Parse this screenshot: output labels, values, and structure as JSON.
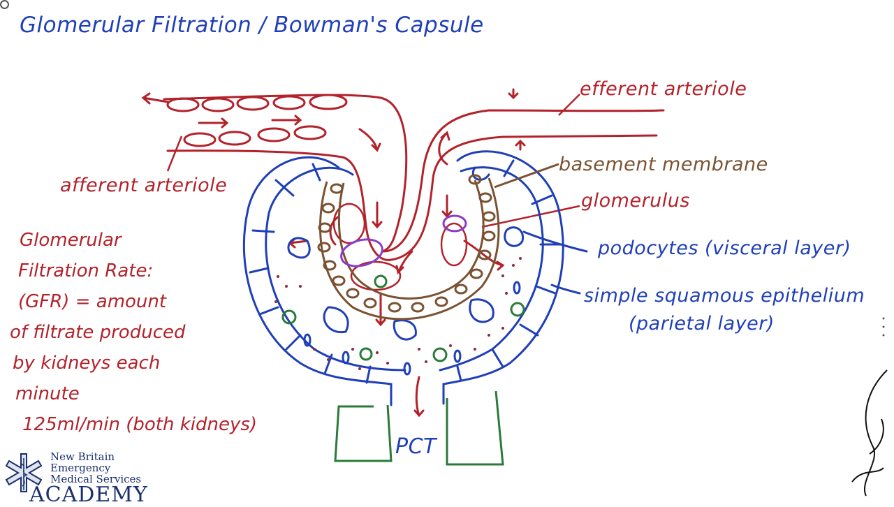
{
  "title": "Glomerular Filtration / Bowman's Capsule",
  "labels": {
    "efferent": "efferent arteriole",
    "afferent": "afferent arteriole",
    "basement": "basement membrane",
    "glomerulus": "glomerulus",
    "podocytes": "podocytes (visceral layer)",
    "squamous_1": "simple squamous epithelium",
    "squamous_2": "(parietal layer)",
    "pct": "PCT"
  },
  "gfr": {
    "line1": "Glomerular",
    "line2": "Filtration Rate:",
    "line3": "(GFR) = amount",
    "line4": "of filtrate produced",
    "line5": "by kidneys each",
    "line6": "minute",
    "line7": "125ml/min (both kidneys)"
  },
  "logo": {
    "line1": "New Britain",
    "line2": "Emergency",
    "line3": "Medical Services",
    "line4": "ACADEMY"
  },
  "colors": {
    "red": "#b3222b",
    "blue": "#1f3fb8",
    "brown": "#7a5232",
    "green": "#2a7a3a",
    "purple": "#8a3cc8"
  }
}
